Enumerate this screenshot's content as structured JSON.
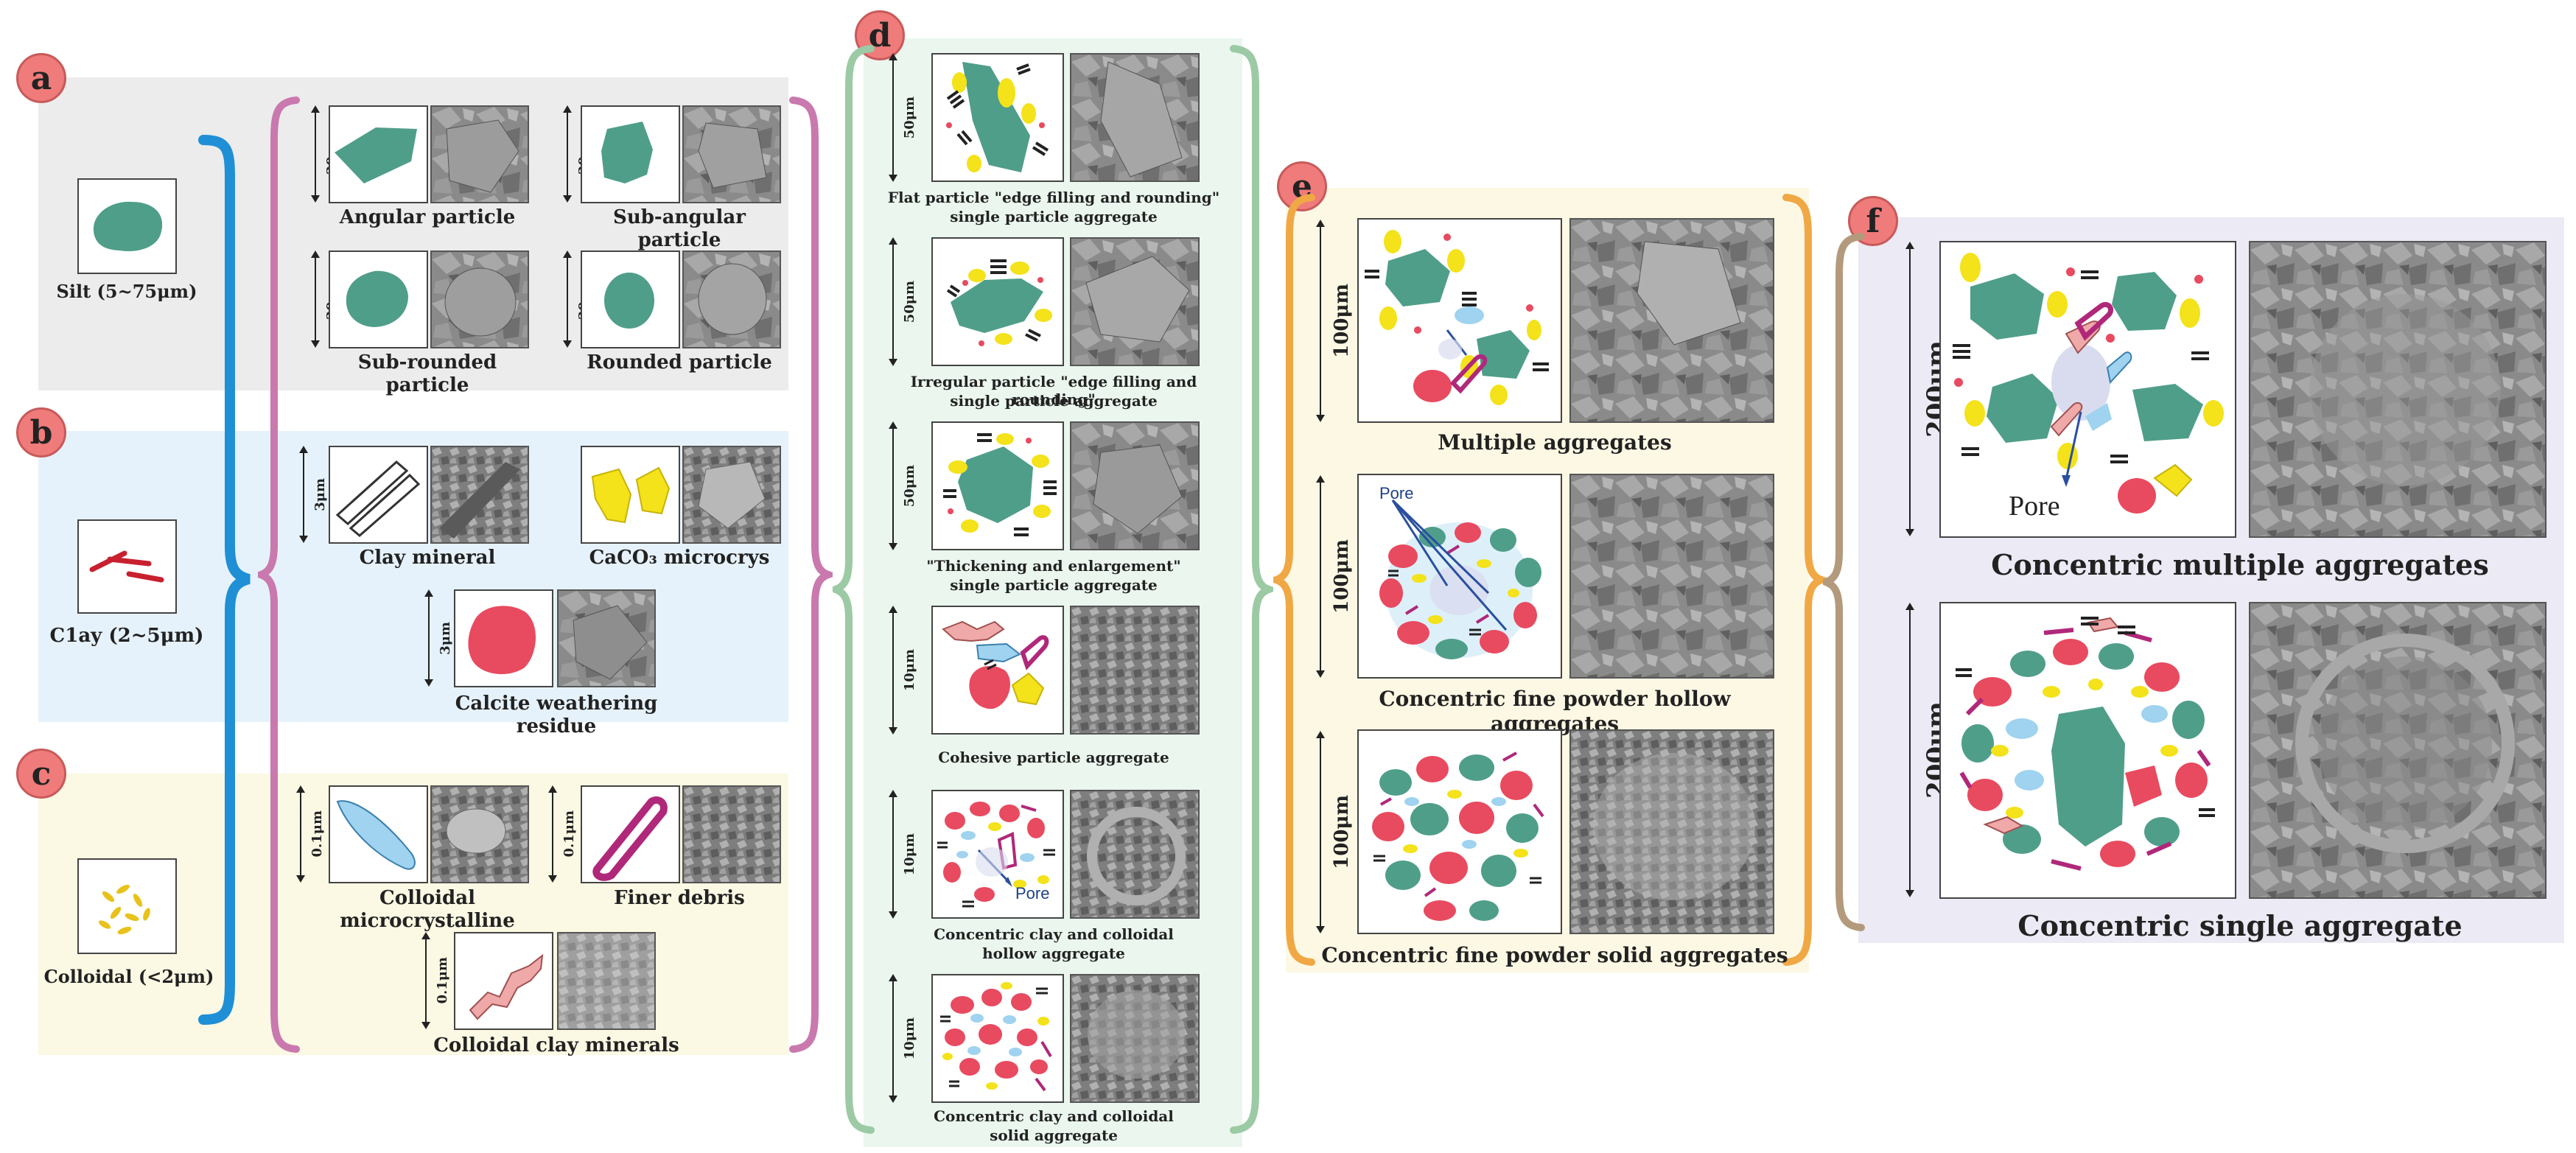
{
  "colors": {
    "panel_a": "#ececec",
    "panel_b": "#e6f2fb",
    "panel_c": "#fbf8e3",
    "panel_d": "#eaf6ee",
    "panel_e": "#fdf8e4",
    "panel_f": "#eceaf4",
    "green": "#4f9e8a",
    "red": "#e84a5f",
    "yellow": "#f4e21a",
    "blue": "#9fd3ef",
    "magenta": "#b0287a",
    "pink": "#f0a9a9",
    "badge": "#ef7b7b"
  },
  "a": {
    "badge": "a",
    "silt_label": "Silt (5~75μm)",
    "items": [
      {
        "label": "Angular particle",
        "scale": "30μm"
      },
      {
        "label": "Sub-angular particle",
        "scale": "30μm"
      },
      {
        "label": "Sub-rounded particle",
        "scale": "30μm"
      },
      {
        "label": "Rounded particle",
        "scale": "30μm"
      }
    ]
  },
  "b": {
    "badge": "b",
    "clay_label": "C1ay (2~5μm)",
    "items": [
      {
        "label": "Clay mineral",
        "scale": "3μm"
      },
      {
        "label": "CaCO₃ microcrys",
        "scale": ""
      },
      {
        "label": "Calcite weathering residue",
        "scale": "3μm"
      }
    ]
  },
  "c": {
    "badge": "c",
    "colloid_label": "Colloidal (<2μm)",
    "items": [
      {
        "label": "Colloidal microcrystalline",
        "scale": "0.1μm"
      },
      {
        "label": "Finer debris",
        "scale": "0.1μm"
      },
      {
        "label": "Colloidal clay minerals",
        "scale": "0.1μm"
      }
    ]
  },
  "d": {
    "badge": "d",
    "items": [
      {
        "line1": "Flat particle \"edge filling and rounding\"",
        "line2": "single particle aggregate",
        "scale": "50μm"
      },
      {
        "line1": "Irregular particle \"edge filling and rounding\"",
        "line2": "single particle aggregate",
        "scale": "50μm"
      },
      {
        "line1": "\"Thickening and enlargement\"",
        "line2": "single particle aggregate",
        "scale": "50μm"
      },
      {
        "line1": "Cohesive particle aggregate",
        "line2": "",
        "scale": "10μm"
      },
      {
        "line1": "Concentric  clay and colloidal",
        "line2": "hollow aggregate",
        "scale": "10μm"
      },
      {
        "line1": "Concentric  clay and colloidal",
        "line2": "solid aggregate",
        "scale": "10μm"
      }
    ],
    "pore_label": "Pore"
  },
  "e": {
    "badge": "e",
    "items": [
      {
        "label": "Multiple aggregates",
        "scale": "100μm"
      },
      {
        "label": "Concentric  fine powder hollow aggregates",
        "scale": "100μm"
      },
      {
        "label": "Concentric  fine powder solid aggregates",
        "scale": "100μm"
      }
    ],
    "pore_label": "Pore"
  },
  "f": {
    "badge": "f",
    "items": [
      {
        "label": "Concentric multiple aggregates",
        "scale": "200μm"
      },
      {
        "label": "Concentric single  aggregate",
        "scale": "200μm"
      }
    ],
    "pore_label": "Pore"
  }
}
